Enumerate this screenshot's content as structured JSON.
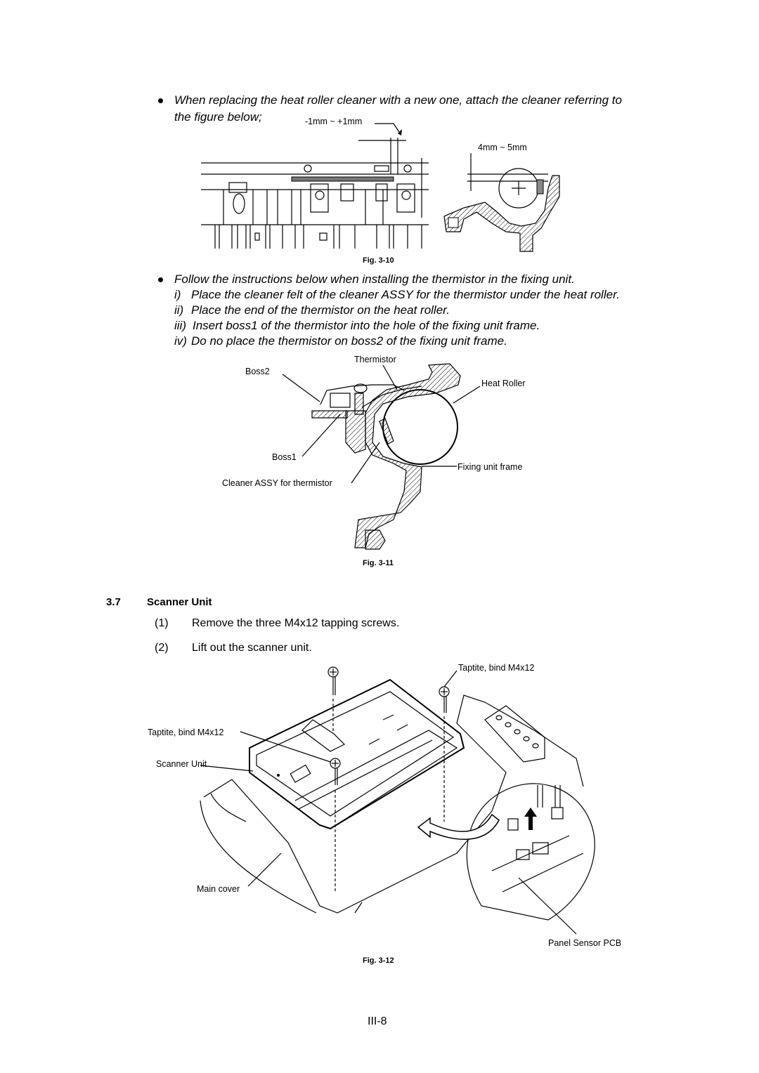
{
  "bullet1": {
    "line1": "When replacing the heat roller cleaner with a new one, attach the cleaner referring to",
    "line2": "the figure below;"
  },
  "fig10": {
    "tolerance_label": "-1mm ~ +1mm",
    "gap_label": "4mm ~ 5mm",
    "caption": "Fig. 3-10"
  },
  "bullet2": {
    "text": "Follow the instructions below when installing the thermistor in the fixing unit.",
    "steps": [
      {
        "num": "i)",
        "text": "Place the cleaner felt of the cleaner ASSY for the thermistor under the heat roller."
      },
      {
        "num": "ii)",
        "text": "Place the end of the thermistor on the heat roller."
      },
      {
        "num": "iii)",
        "text": "Insert boss1 of the thermistor into the hole of the fixing unit frame."
      },
      {
        "num": "iv)",
        "text": "Do no place the thermistor on boss2 of the fixing unit frame."
      }
    ]
  },
  "fig11": {
    "labels": {
      "thermistor": "Thermistor",
      "boss2": "Boss2",
      "heat_roller": "Heat Roller",
      "boss1": "Boss1",
      "fixing_frame": "Fixing unit frame",
      "cleaner_assy": "Cleaner ASSY for thermistor"
    },
    "caption": "Fig. 3-11"
  },
  "section": {
    "number": "3.7",
    "title": "Scanner Unit",
    "steps": [
      {
        "num": "(1)",
        "text": "Remove the three M4x12 tapping screws."
      },
      {
        "num": "(2)",
        "text": "Lift out the scanner unit."
      }
    ]
  },
  "fig12": {
    "labels": {
      "taptite_top": "Taptite, bind M4x12",
      "taptite_left": "Taptite, bind M4x12",
      "scanner_unit": "Scanner Unit",
      "main_cover": "Main cover",
      "panel_sensor": "Panel Sensor PCB"
    },
    "caption": "Fig. 3-12"
  },
  "footer": {
    "page_number": "III-8"
  }
}
